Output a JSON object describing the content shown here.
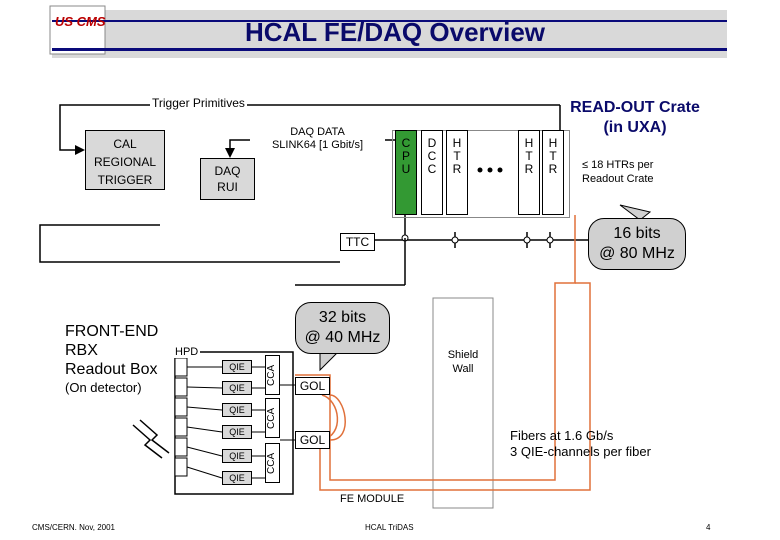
{
  "header": {
    "title": "HCAL FE/DAQ Overview",
    "logo_text": "US CMS",
    "colors": {
      "bar": "#0a0a7a",
      "title_bg": "#d9d9d9",
      "fiber": "#e0703a"
    }
  },
  "labels": {
    "trigger_primitives": "Trigger Primitives",
    "cal_regional_trigger": [
      "CAL",
      "REGIONAL",
      "TRIGGER"
    ],
    "daq_rui": [
      "DAQ",
      "RUI"
    ],
    "daq_data": [
      "DAQ DATA",
      "SLINK64  [1 Gbit/s]"
    ],
    "readout_crate": [
      "READ-OUT Crate",
      "(in UXA)"
    ],
    "crate_cards": [
      {
        "id": "cpu",
        "text": [
          "C",
          "P",
          "U"
        ]
      },
      {
        "id": "dcc",
        "text": [
          "D",
          "C",
          "C"
        ]
      },
      {
        "id": "htr1",
        "text": [
          "H",
          "T",
          "R"
        ]
      },
      {
        "id": "htr2",
        "text": [
          "H",
          "T",
          "R"
        ]
      },
      {
        "id": "htr3",
        "text": [
          "H",
          "T",
          "R"
        ]
      }
    ],
    "htr_note": [
      "≤ 18 HTRs per",
      "Readout Crate"
    ],
    "ttc": "TTC",
    "bits_80": [
      "16 bits",
      "@ 80 MHz"
    ],
    "bits_40": [
      "32 bits",
      "@ 40 MHz"
    ],
    "front_end": [
      "FRONT-END",
      "RBX",
      "Readout Box"
    ],
    "on_detector": "(On detector)",
    "hpd": "HPD",
    "qie_labels": [
      "QIE",
      "QIE",
      "QIE",
      "QIE",
      "QIE",
      "QIE"
    ],
    "cca_labels": [
      "CCA",
      "CCA",
      "CCA"
    ],
    "gol_labels": [
      "GOL",
      "GOL"
    ],
    "shield_wall": [
      "Shield",
      "Wall"
    ],
    "fibers": [
      "Fibers at 1.6 Gb/s",
      "3 QIE-channels per fiber"
    ],
    "fe_module": "FE  MODULE"
  },
  "footer": {
    "left": "CMS/CERN. Nov, 2001",
    "center": "HCAL TriDAS",
    "page": "4"
  }
}
